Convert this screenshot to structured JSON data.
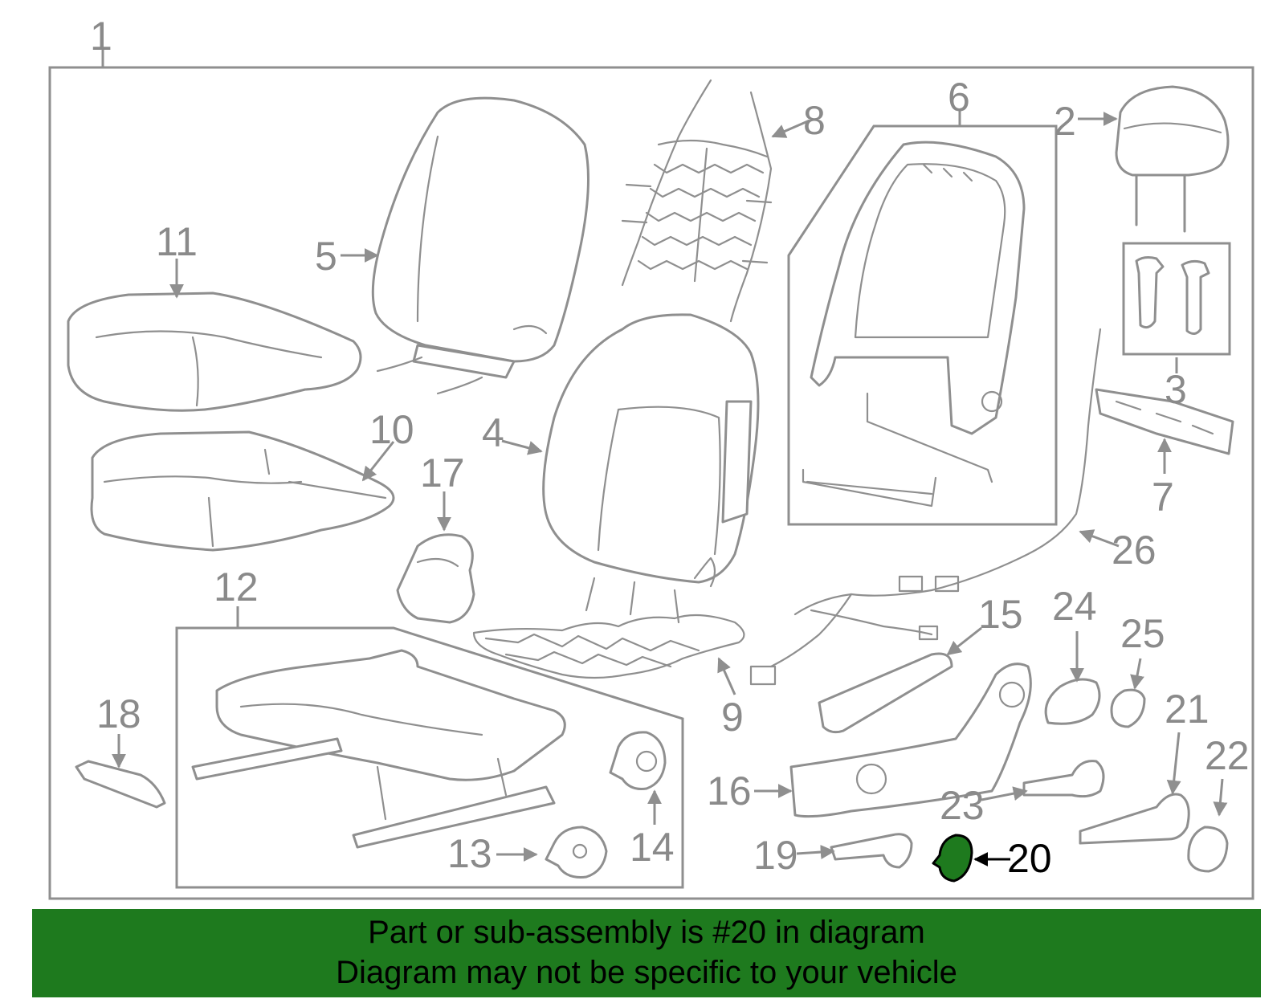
{
  "diagram": {
    "highlight_color": "#1e7a1e",
    "callouts": [
      {
        "id": "c1",
        "label": "1"
      },
      {
        "id": "c2",
        "label": "2"
      },
      {
        "id": "c3",
        "label": "3"
      },
      {
        "id": "c4",
        "label": "4"
      },
      {
        "id": "c5",
        "label": "5"
      },
      {
        "id": "c6",
        "label": "6"
      },
      {
        "id": "c7",
        "label": "7"
      },
      {
        "id": "c8",
        "label": "8"
      },
      {
        "id": "c9",
        "label": "9"
      },
      {
        "id": "c10",
        "label": "10"
      },
      {
        "id": "c11",
        "label": "11"
      },
      {
        "id": "c12",
        "label": "12"
      },
      {
        "id": "c13",
        "label": "13"
      },
      {
        "id": "c14",
        "label": "14"
      },
      {
        "id": "c15",
        "label": "15"
      },
      {
        "id": "c16",
        "label": "16"
      },
      {
        "id": "c17",
        "label": "17"
      },
      {
        "id": "c18",
        "label": "18"
      },
      {
        "id": "c19",
        "label": "19"
      },
      {
        "id": "c20",
        "label": "20",
        "highlighted": true
      },
      {
        "id": "c21",
        "label": "21"
      },
      {
        "id": "c22",
        "label": "22"
      },
      {
        "id": "c23",
        "label": "23"
      },
      {
        "id": "c24",
        "label": "24"
      },
      {
        "id": "c25",
        "label": "25"
      },
      {
        "id": "c26",
        "label": "26"
      }
    ]
  },
  "banner": {
    "line1": "Part or sub-assembly is #20 in diagram",
    "line2": "Diagram may not be specific to your vehicle",
    "background": "#1e7a1e"
  }
}
